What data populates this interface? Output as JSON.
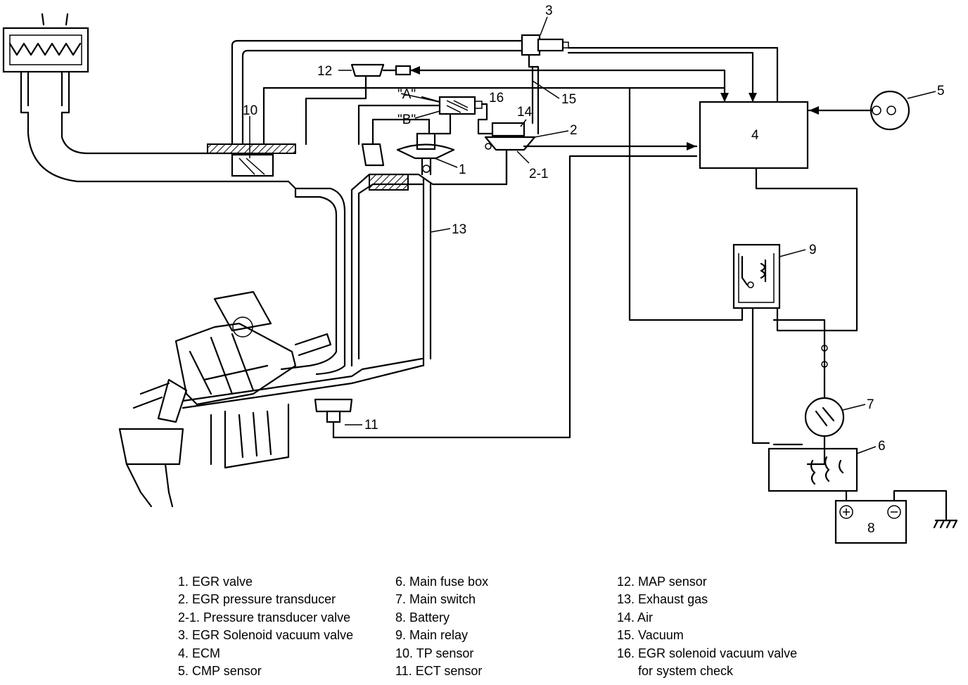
{
  "callouts": {
    "c1": "1",
    "c2": "2",
    "c2_1": "2-1",
    "c3": "3",
    "c4": "4",
    "c5": "5",
    "c6": "6",
    "c7": "7",
    "c8": "8",
    "c9": "9",
    "c10": "10",
    "c11": "11",
    "c12": "12",
    "c13": "13",
    "c14": "14",
    "c15": "15",
    "c16": "16",
    "port_a": "\"A\"",
    "port_b": "\"B\""
  },
  "legend": {
    "col1": [
      "1. EGR valve",
      "2. EGR pressure transducer",
      "2-1. Pressure transducer valve",
      "3. EGR Solenoid vacuum valve",
      "4. ECM",
      "5. CMP sensor"
    ],
    "col2": [
      "6. Main fuse box",
      "7. Main switch",
      "8. Battery",
      "9. Main relay",
      "10. TP sensor",
      "11. ECT sensor"
    ],
    "col3": [
      "12. MAP sensor",
      "13. Exhaust gas",
      "14. Air",
      "15. Vacuum",
      "16. EGR solenoid vacuum valve",
      "      for system check"
    ]
  }
}
